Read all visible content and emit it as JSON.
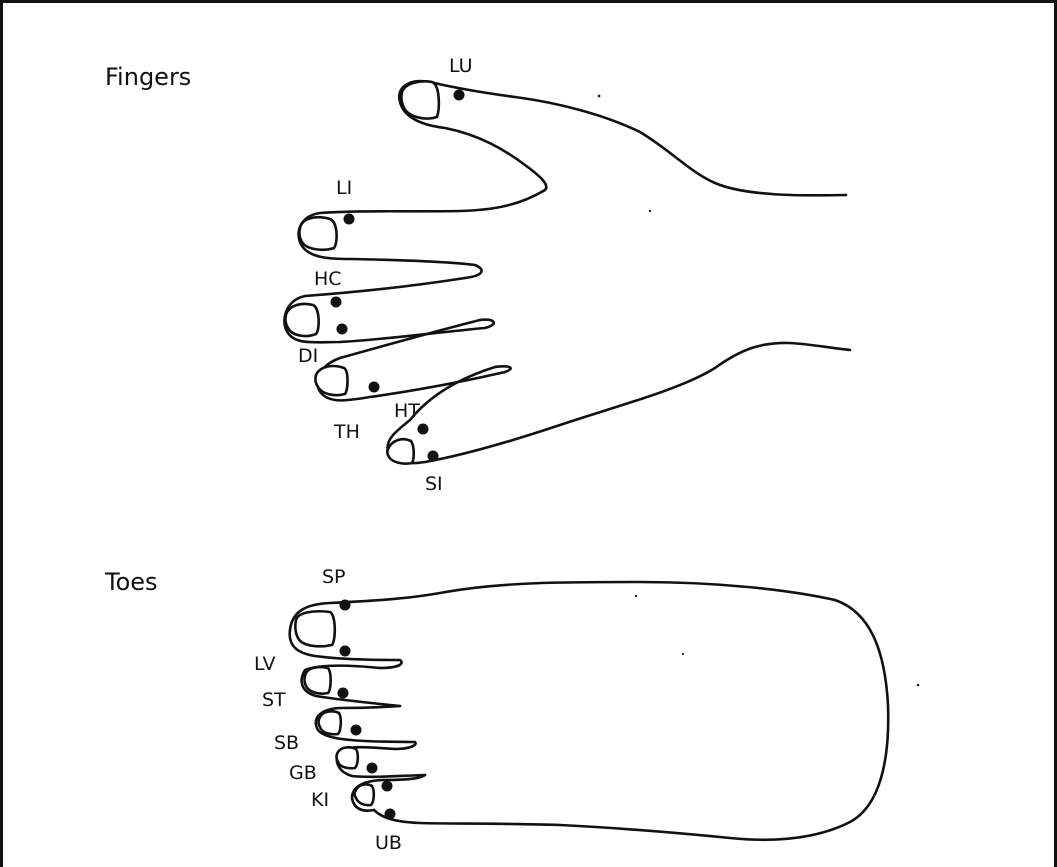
{
  "sections": {
    "fingers": {
      "title": "Fingers"
    },
    "toes": {
      "title": "Toes"
    }
  },
  "points": {
    "lu": "LU",
    "li": "LI",
    "hc": "HC",
    "di": "DI",
    "th": "TH",
    "ht": "HT",
    "si": "SI",
    "sp": "SP",
    "lv": "LV",
    "st": "ST",
    "sb": "SB",
    "gb": "GB",
    "ki": "KI",
    "ub": "UB"
  }
}
